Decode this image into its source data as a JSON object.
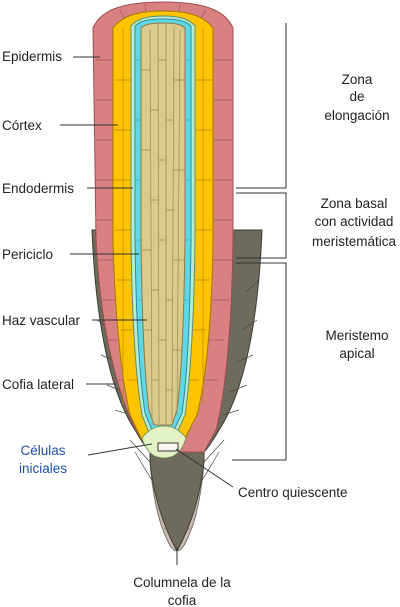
{
  "labels": {
    "epidermis": "Epidermis",
    "cortex": "Córtex",
    "endodermis": "Endodermis",
    "pericycle": "Periciclo",
    "vascular": "Haz vascular",
    "lateral_cap": "Cofia lateral",
    "initials": [
      "Células",
      "iniciales"
    ],
    "quiescent": "Centro quiescente",
    "columella": [
      "Columnela de la",
      "cofia"
    ]
  },
  "zones": {
    "elongation": [
      "Zona",
      "de",
      "elongación"
    ],
    "basal": [
      "Zona basal",
      "con actividad",
      "meristemática"
    ],
    "apical": [
      "Meristemo",
      "apical"
    ]
  },
  "colors": {
    "epidermis": "#d98080",
    "cortex": "#ffc400",
    "endodermis": "#b9eccf",
    "pericycle": "#5fd7e6",
    "vascular": "#dcc98c",
    "lateral_cap": "#6e6b5c",
    "columella": "#c9bcb3",
    "initials": "#e2f2c4",
    "initials_text": "#1f4fa3"
  }
}
